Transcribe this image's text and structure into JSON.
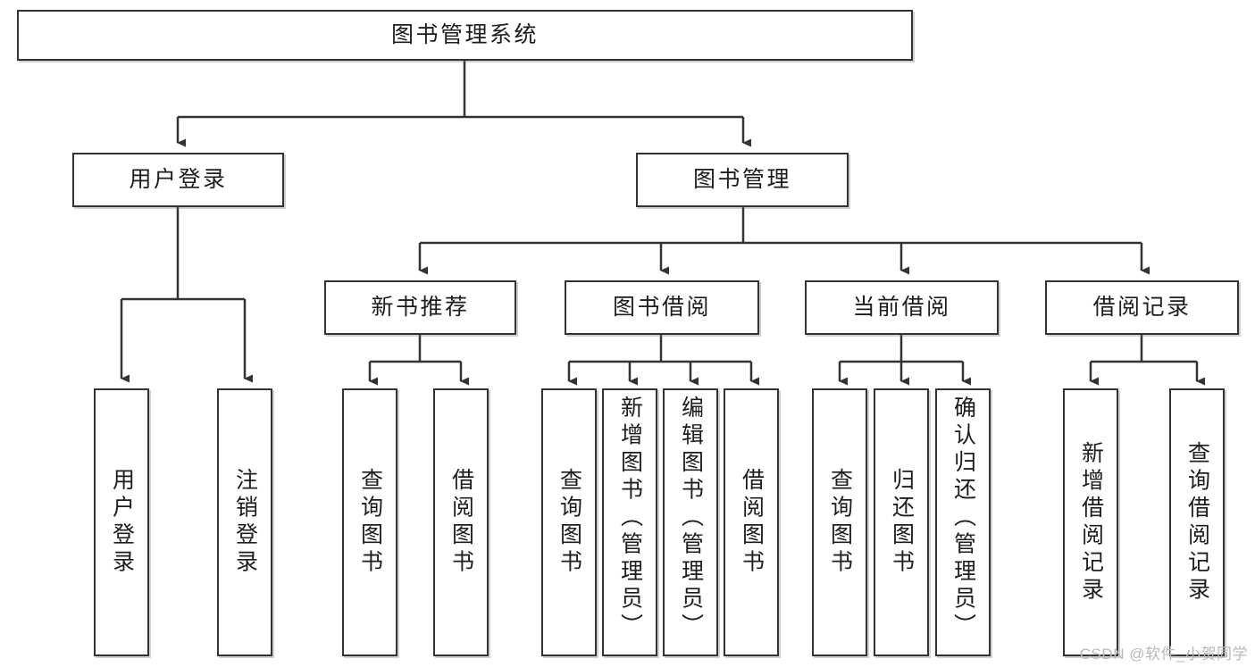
{
  "diagram": {
    "title": "图书管理系统",
    "type": "hierarchy-tree",
    "watermark": "CSDN @软件_小贺同学",
    "colors": {
      "stroke": "#333333",
      "fill": "#ffffff",
      "text": "#1d1d1d",
      "watermark": "#b9b9b9"
    },
    "root": {
      "label": "图书管理系统"
    },
    "level1": [
      {
        "label": "用户登录"
      },
      {
        "label": "图书管理"
      }
    ],
    "level2": [
      {
        "label": "新书推荐"
      },
      {
        "label": "图书借阅"
      },
      {
        "label": "当前借阅"
      },
      {
        "label": "借阅记录"
      }
    ],
    "leaves": {
      "user_login": [
        {
          "label": "用户登录"
        },
        {
          "label": "注销登录"
        }
      ],
      "new_book_recommend": [
        {
          "label": "查询图书"
        },
        {
          "label": "借阅图书"
        }
      ],
      "book_borrow": [
        {
          "label": "查询图书"
        },
        {
          "label": "新增图书（管理员）"
        },
        {
          "label": "编辑图书（管理员）"
        },
        {
          "label": "借阅图书"
        }
      ],
      "current_borrow": [
        {
          "label": "查询图书"
        },
        {
          "label": "归还图书"
        },
        {
          "label": "确认归还（管理员）"
        }
      ],
      "borrow_record": [
        {
          "label": "新增借阅记录"
        },
        {
          "label": "查询借阅记录"
        }
      ]
    }
  }
}
